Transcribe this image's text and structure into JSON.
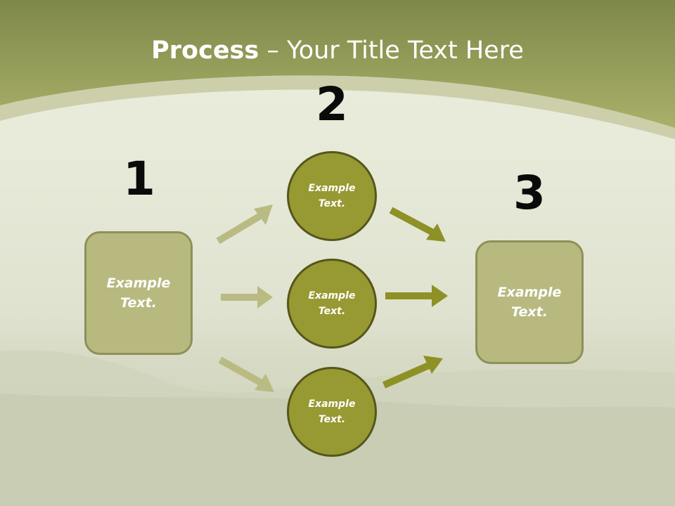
{
  "title": {
    "bold": "Process",
    "rest": " – Your Title Text Here"
  },
  "steps": {
    "one": "1",
    "two": "2",
    "three": "3"
  },
  "boxes": {
    "left": "Example Text.",
    "right": "Example Text."
  },
  "circles": {
    "top": "Example Text.",
    "middle": "Example Text.",
    "bottom": "Example Text."
  },
  "colors": {
    "banner": "#a8ad62",
    "box_fill": "#b7b97f",
    "circle_fill": "#979932",
    "arrow_light": "#b9bb83",
    "arrow_dark": "#8e9126"
  }
}
